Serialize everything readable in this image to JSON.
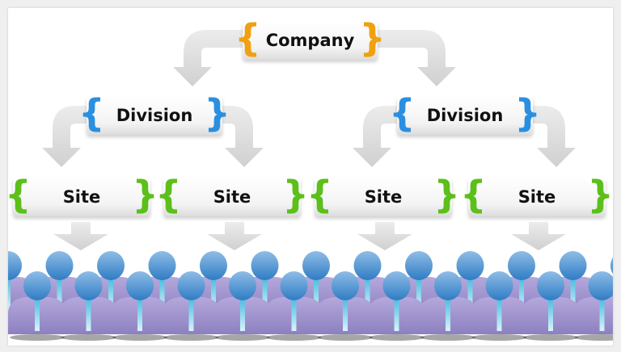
{
  "nodes": {
    "company": {
      "label": "Company",
      "color": "#f0a010"
    },
    "divisions": [
      {
        "label": "Division"
      },
      {
        "label": "Division"
      }
    ],
    "division_color": "#2a8fe0",
    "sites": [
      {
        "label": "Site"
      },
      {
        "label": "Site"
      },
      {
        "label": "Site"
      },
      {
        "label": "Site"
      }
    ],
    "site_color": "#5cbf1a"
  },
  "colors": {
    "person_head": "#3f8ccf",
    "person_body": "#9a8cc8",
    "arrow": "#dadada"
  }
}
